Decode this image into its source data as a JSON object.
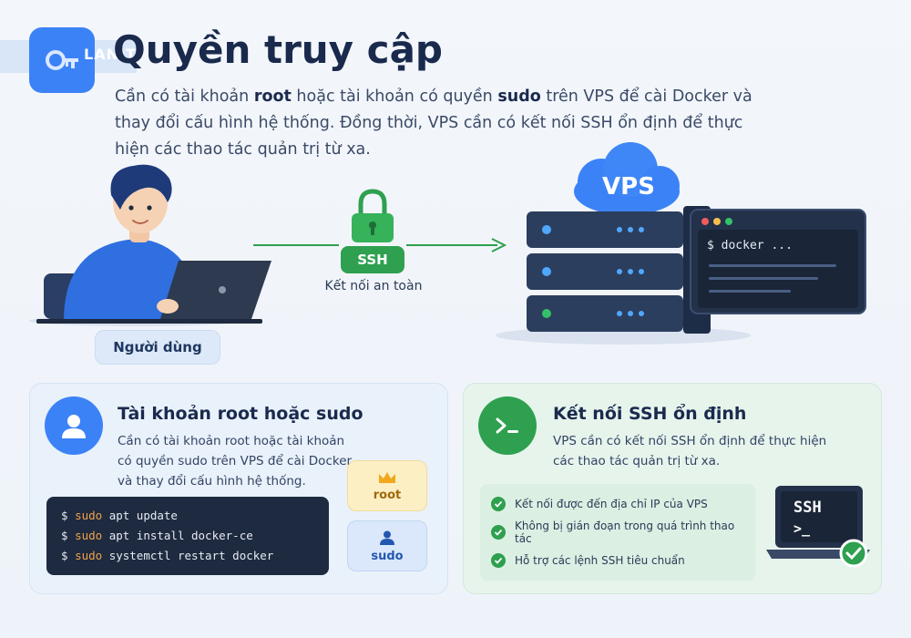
{
  "header": {
    "logo_text": "LANIT",
    "title": "Quyền truy cập",
    "intro": {
      "p1": "Cần có tài khoản ",
      "b1": "root",
      "p2": " hoặc tài khoản có quyền ",
      "b2": "sudo",
      "p3": " trên VPS để cài Docker và thay đổi cấu hình hệ thống. Đồng thời, VPS cần có kết nối SSH ổn định để thực hiện các thao tác quản trị từ xa."
    }
  },
  "diagram": {
    "user_label": "Người dùng",
    "ssh_label": "SSH",
    "ssh_caption": "Kết nối an toàn",
    "vps_label": "VPS",
    "terminal_command": "$ docker ..."
  },
  "card_root": {
    "title": "Tài khoản root hoặc sudo",
    "desc_lines": [
      "Cần có tài khoản root hoặc tài khoản",
      "có quyền sudo trên VPS để cài Docker",
      "và thay đổi cấu hình hệ thống."
    ],
    "commands": [
      {
        "prompt": "$",
        "kw": "sudo",
        "rest": "apt update"
      },
      {
        "prompt": "$",
        "kw": "sudo",
        "rest": "apt install docker-ce"
      },
      {
        "prompt": "$",
        "kw": "sudo",
        "rest": "systemctl restart docker"
      }
    ],
    "role_root": "root",
    "role_sudo": "sudo"
  },
  "card_ssh": {
    "title": "Kết nối SSH ổn định",
    "desc_lines": [
      "VPS cần có kết nối SSH ổn định để thực hiện",
      "các thao tác quản trị từ xa."
    ],
    "checks": [
      "Kết nối được đến địa chỉ IP của VPS",
      "Không bị gián đoạn trong quá trình thao tác",
      "Hỗ trợ các lệnh SSH tiêu chuẩn"
    ],
    "laptop_title": "SSH",
    "laptop_prompt": ">_"
  },
  "colors": {
    "accent_blue": "#3b82f6",
    "accent_green": "#2ea04f",
    "dark_navy": "#1e2a3f"
  }
}
